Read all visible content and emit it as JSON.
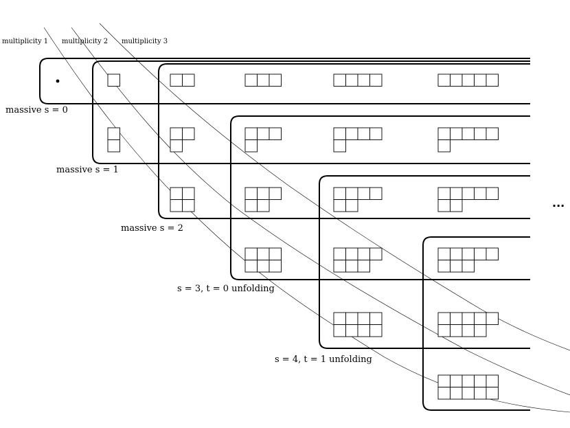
{
  "multiplicity_labels": [
    "multiplicity 1",
    "multiplicity 2",
    "multiplicity 3"
  ],
  "region_labels": [
    "massive s = 0",
    "massive s = 1",
    "massive s = 2",
    "s = 3,  t = 0 unfolding",
    "s = 4,  t = 1 unfolding"
  ],
  "continuation": "...",
  "young_diagrams": [
    {
      "id": "r1-c1",
      "rows": [
        0
      ]
    },
    {
      "id": "r1-c2",
      "rows": [
        1
      ]
    },
    {
      "id": "r1-c3",
      "rows": [
        2
      ]
    },
    {
      "id": "r1-c4",
      "rows": [
        3
      ]
    },
    {
      "id": "r1-c5",
      "rows": [
        4
      ]
    },
    {
      "id": "r1-c6",
      "rows": [
        5
      ]
    },
    {
      "id": "r2-c2",
      "rows": [
        1,
        1
      ]
    },
    {
      "id": "r2-c3",
      "rows": [
        2,
        1
      ]
    },
    {
      "id": "r2-c4",
      "rows": [
        3,
        1
      ]
    },
    {
      "id": "r2-c5",
      "rows": [
        4,
        1
      ]
    },
    {
      "id": "r2-c6",
      "rows": [
        5,
        1
      ]
    },
    {
      "id": "r3-c3",
      "rows": [
        2,
        2
      ]
    },
    {
      "id": "r3-c4",
      "rows": [
        3,
        2
      ]
    },
    {
      "id": "r3-c5",
      "rows": [
        4,
        2
      ]
    },
    {
      "id": "r3-c6",
      "rows": [
        5,
        2
      ]
    },
    {
      "id": "r4-c4",
      "rows": [
        3,
        3
      ]
    },
    {
      "id": "r4-c5",
      "rows": [
        4,
        3
      ]
    },
    {
      "id": "r4-c6",
      "rows": [
        5,
        3
      ]
    },
    {
      "id": "r5-c5",
      "rows": [
        4,
        4
      ]
    },
    {
      "id": "r5-c6",
      "rows": [
        5,
        4
      ]
    },
    {
      "id": "r6-c6",
      "rows": [
        5,
        5
      ]
    }
  ]
}
